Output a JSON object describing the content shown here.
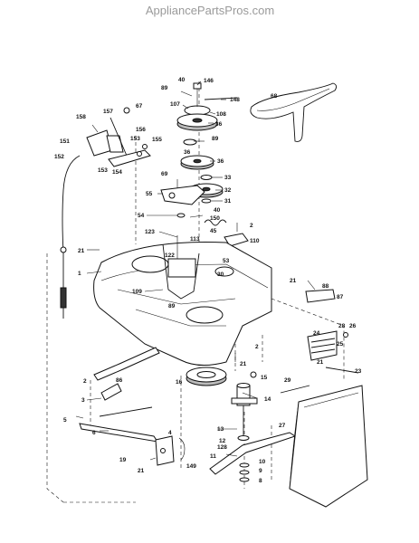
{
  "watermark": "AppliancePartsPros.com",
  "labels": [
    {
      "id": "l146",
      "text": "146"
    },
    {
      "id": "l40a",
      "text": "40"
    },
    {
      "id": "l89a",
      "text": "89"
    },
    {
      "id": "l148",
      "text": "148"
    },
    {
      "id": "l68",
      "text": "68"
    },
    {
      "id": "l107",
      "text": "107"
    },
    {
      "id": "l108",
      "text": "108"
    },
    {
      "id": "l36a",
      "text": "36"
    },
    {
      "id": "l89b",
      "text": "89"
    },
    {
      "id": "l158",
      "text": "158"
    },
    {
      "id": "l157",
      "text": "157"
    },
    {
      "id": "l67",
      "text": "67"
    },
    {
      "id": "l156",
      "text": "156"
    },
    {
      "id": "l153a",
      "text": "153"
    },
    {
      "id": "l155",
      "text": "155"
    },
    {
      "id": "l151",
      "text": "151"
    },
    {
      "id": "l36b",
      "text": "36"
    },
    {
      "id": "l36c",
      "text": "36"
    },
    {
      "id": "l152",
      "text": "152"
    },
    {
      "id": "l153b",
      "text": "153"
    },
    {
      "id": "l154",
      "text": "154"
    },
    {
      "id": "l69",
      "text": "69"
    },
    {
      "id": "l33",
      "text": "33"
    },
    {
      "id": "l32",
      "text": "32"
    },
    {
      "id": "l55",
      "text": "55"
    },
    {
      "id": "l31",
      "text": "31"
    },
    {
      "id": "l40b",
      "text": "40"
    },
    {
      "id": "l54",
      "text": "54"
    },
    {
      "id": "l150",
      "text": "150"
    },
    {
      "id": "l2a",
      "text": "2"
    },
    {
      "id": "l123",
      "text": "123"
    },
    {
      "id": "l45",
      "text": "45"
    },
    {
      "id": "l113",
      "text": "113"
    },
    {
      "id": "l110",
      "text": "110"
    },
    {
      "id": "l21a",
      "text": "21"
    },
    {
      "id": "l122",
      "text": "122"
    },
    {
      "id": "l53",
      "text": "53"
    },
    {
      "id": "l1",
      "text": "1"
    },
    {
      "id": "l30",
      "text": "30"
    },
    {
      "id": "l21b",
      "text": "21"
    },
    {
      "id": "l88",
      "text": "88"
    },
    {
      "id": "l109",
      "text": "109"
    },
    {
      "id": "l87",
      "text": "87"
    },
    {
      "id": "l89c",
      "text": "89"
    },
    {
      "id": "l28",
      "text": "28"
    },
    {
      "id": "l26",
      "text": "26"
    },
    {
      "id": "l24",
      "text": "24"
    },
    {
      "id": "l25",
      "text": "25"
    },
    {
      "id": "l21c",
      "text": "21"
    },
    {
      "id": "l23",
      "text": "23"
    },
    {
      "id": "l2b",
      "text": "2"
    },
    {
      "id": "l86",
      "text": "86"
    },
    {
      "id": "l2c",
      "text": "2"
    },
    {
      "id": "l21d",
      "text": "21"
    },
    {
      "id": "l15",
      "text": "15"
    },
    {
      "id": "l16",
      "text": "16"
    },
    {
      "id": "l29",
      "text": "29"
    },
    {
      "id": "l3",
      "text": "3"
    },
    {
      "id": "l14",
      "text": "14"
    },
    {
      "id": "l5",
      "text": "5"
    },
    {
      "id": "l6",
      "text": "6"
    },
    {
      "id": "l13",
      "text": "13"
    },
    {
      "id": "l27",
      "text": "27"
    },
    {
      "id": "l4",
      "text": "4"
    },
    {
      "id": "l12",
      "text": "12"
    },
    {
      "id": "l128",
      "text": "128"
    },
    {
      "id": "l19",
      "text": "19"
    },
    {
      "id": "l11",
      "text": "11"
    },
    {
      "id": "l21e",
      "text": "21"
    },
    {
      "id": "l149",
      "text": "149"
    },
    {
      "id": "l10",
      "text": "10"
    },
    {
      "id": "l9",
      "text": "9"
    },
    {
      "id": "l8",
      "text": "8"
    }
  ]
}
